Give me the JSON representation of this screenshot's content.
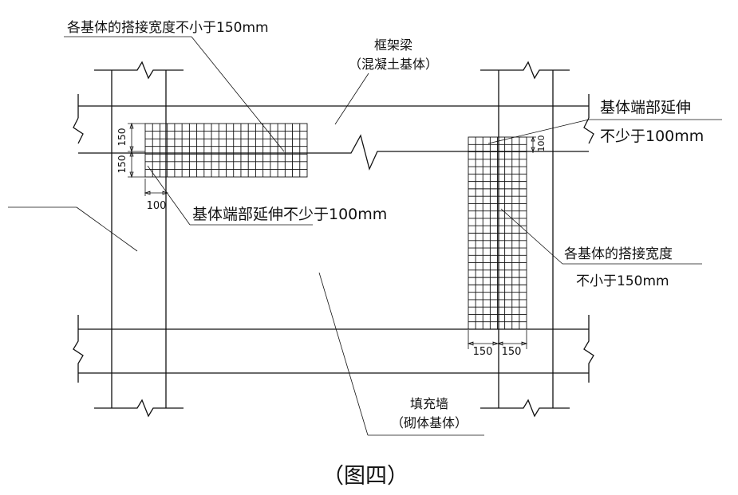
{
  "labels": {
    "top_left_overlap": "各基体的搭接宽度不小于150mm",
    "frame_beam_line1": "框架梁",
    "frame_beam_line2": "（混凝土基体）",
    "right_extend_line1": "基体端部延伸",
    "right_extend_line2": "不少于100mm",
    "middle_extend": "基体端部延伸不少于100mm",
    "right_overlap_line1": "各基体的搭接宽度",
    "right_overlap_line2": "不小于150mm",
    "infill_line1": "填充墙",
    "infill_line2": "（砌体基体）",
    "caption": "（图四）"
  },
  "dimensions": {
    "left_vert_a": "150",
    "left_vert_b": "150",
    "left_horiz": "100",
    "right_vert": "100",
    "right_horiz_a": "150",
    "right_horiz_b": "150"
  }
}
